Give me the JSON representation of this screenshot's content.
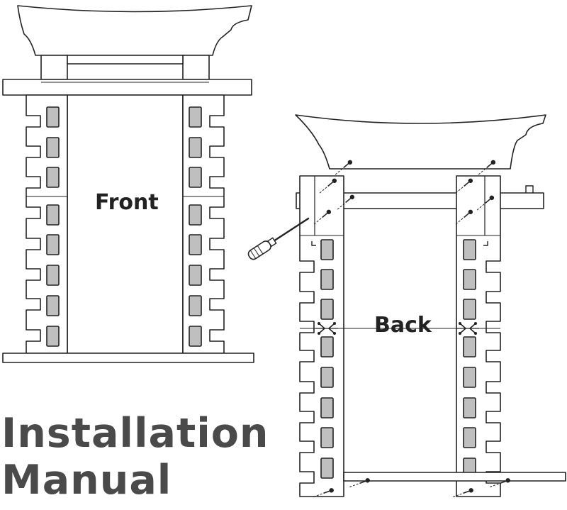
{
  "labels": {
    "front": "Front",
    "back": "Back"
  },
  "title": {
    "line1": "Installation",
    "line2": "Manual"
  },
  "colors": {
    "stroke": "#222222",
    "slot_fill": "#bfbfbf",
    "title_text": "#4a4a4a",
    "label_text": "#222222"
  },
  "views": [
    {
      "name": "front",
      "slots_per_upright": 8,
      "notches_per_upright": 8,
      "screws": 0
    },
    {
      "name": "back",
      "slots_per_upright": 8,
      "notches_per_upright": 8,
      "screws": 12,
      "hinges": 2,
      "includes_tool": "screwdriver"
    }
  ]
}
